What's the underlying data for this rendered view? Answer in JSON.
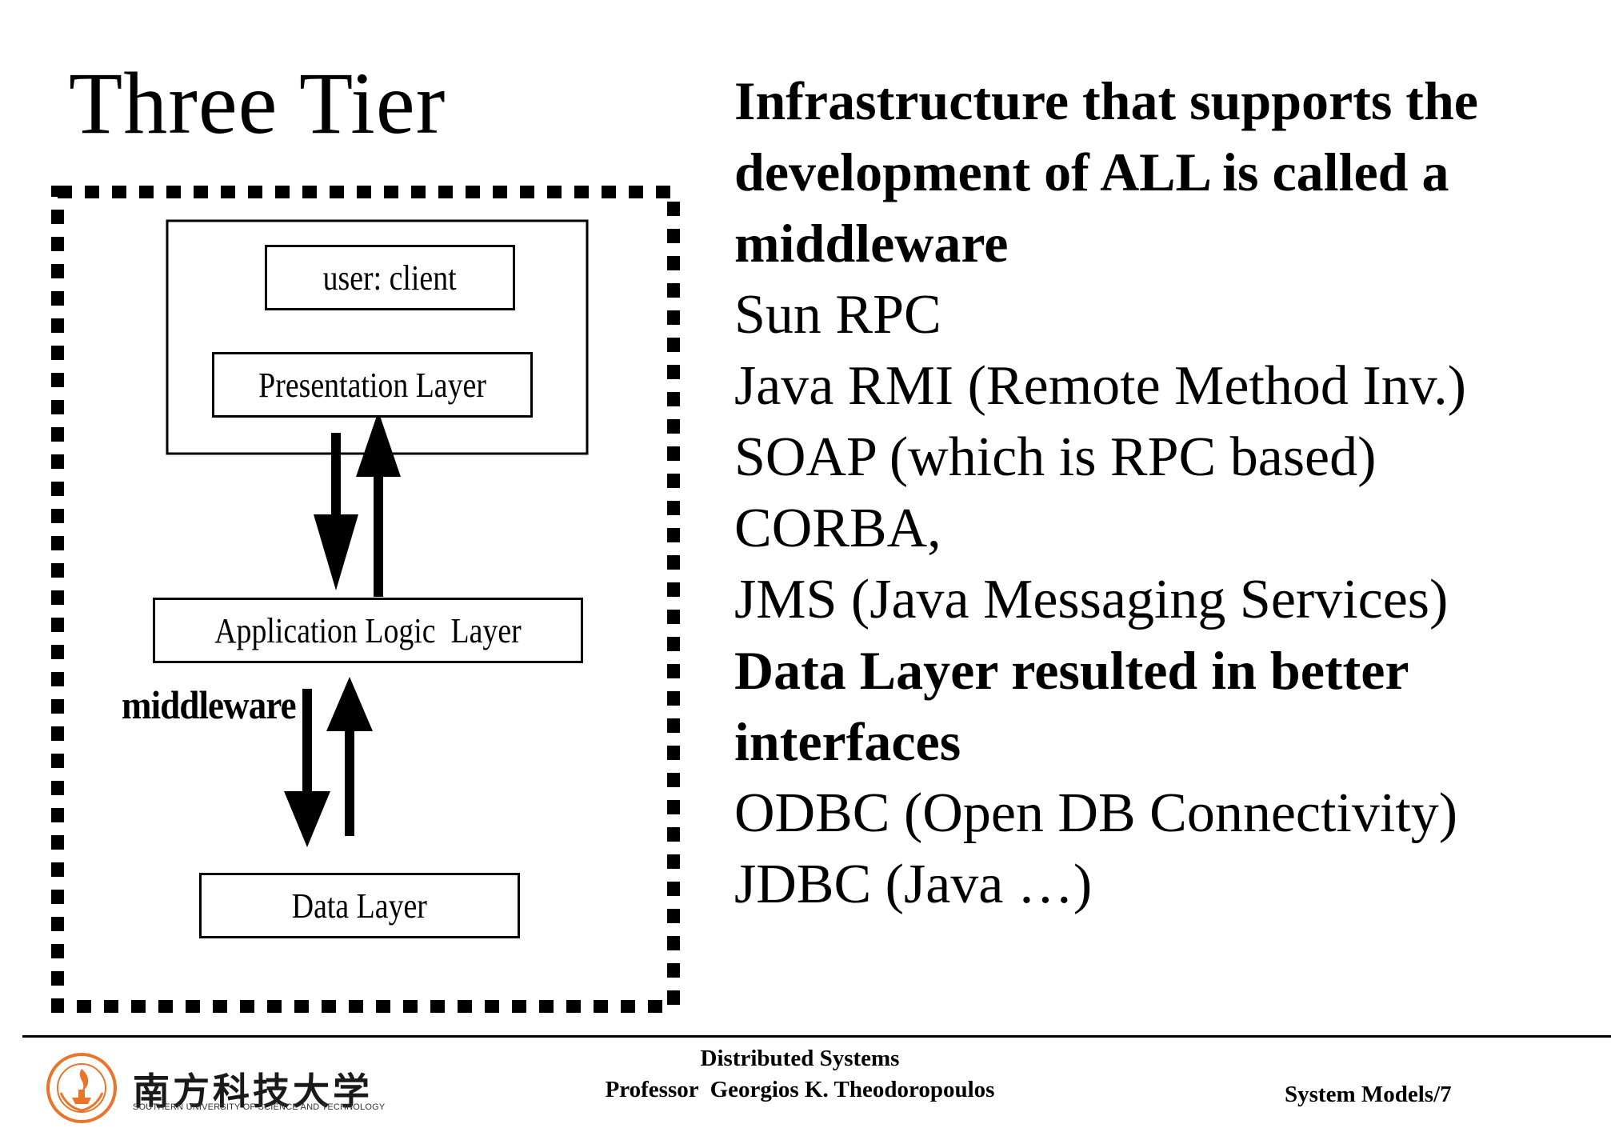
{
  "slide": {
    "title": "Three Tier"
  },
  "diagram": {
    "boxes": {
      "user_client": "user: client",
      "presentation": "Presentation Layer",
      "application": "Application Logic  Layer",
      "data": "Data Layer"
    },
    "middleware_label": "middleware"
  },
  "content": {
    "lines": [
      {
        "text": "Infrastructure that supports the",
        "bold": true
      },
      {
        "text": "development of ALL is called a",
        "bold": true
      },
      {
        "text": "middleware",
        "bold": true
      },
      {
        "text": "Sun RPC",
        "bold": false
      },
      {
        "text": "Java RMI (Remote Method Inv.)",
        "bold": false
      },
      {
        "text": "SOAP (which is RPC based)",
        "bold": false
      },
      {
        "text": "CORBA,",
        "bold": false
      },
      {
        "text": "JMS (Java Messaging Services)",
        "bold": false
      },
      {
        "text": "Data Layer resulted in better",
        "bold": true
      },
      {
        "text": "interfaces",
        "bold": true
      },
      {
        "text": "ODBC (Open DB Connectivity)",
        "bold": false
      },
      {
        "text": "JDBC (Java …)",
        "bold": false
      }
    ]
  },
  "footer": {
    "course": "Distributed Systems",
    "professor": "Professor  Georgios K. Theodoropoulos",
    "page": "System Models/7",
    "logo": {
      "name_cn": "南方科技大学",
      "name_en": "SOUTHERN UNIVERSITY OF SCIENCE AND TECHNOLOGY",
      "color": "#e8752a"
    }
  }
}
